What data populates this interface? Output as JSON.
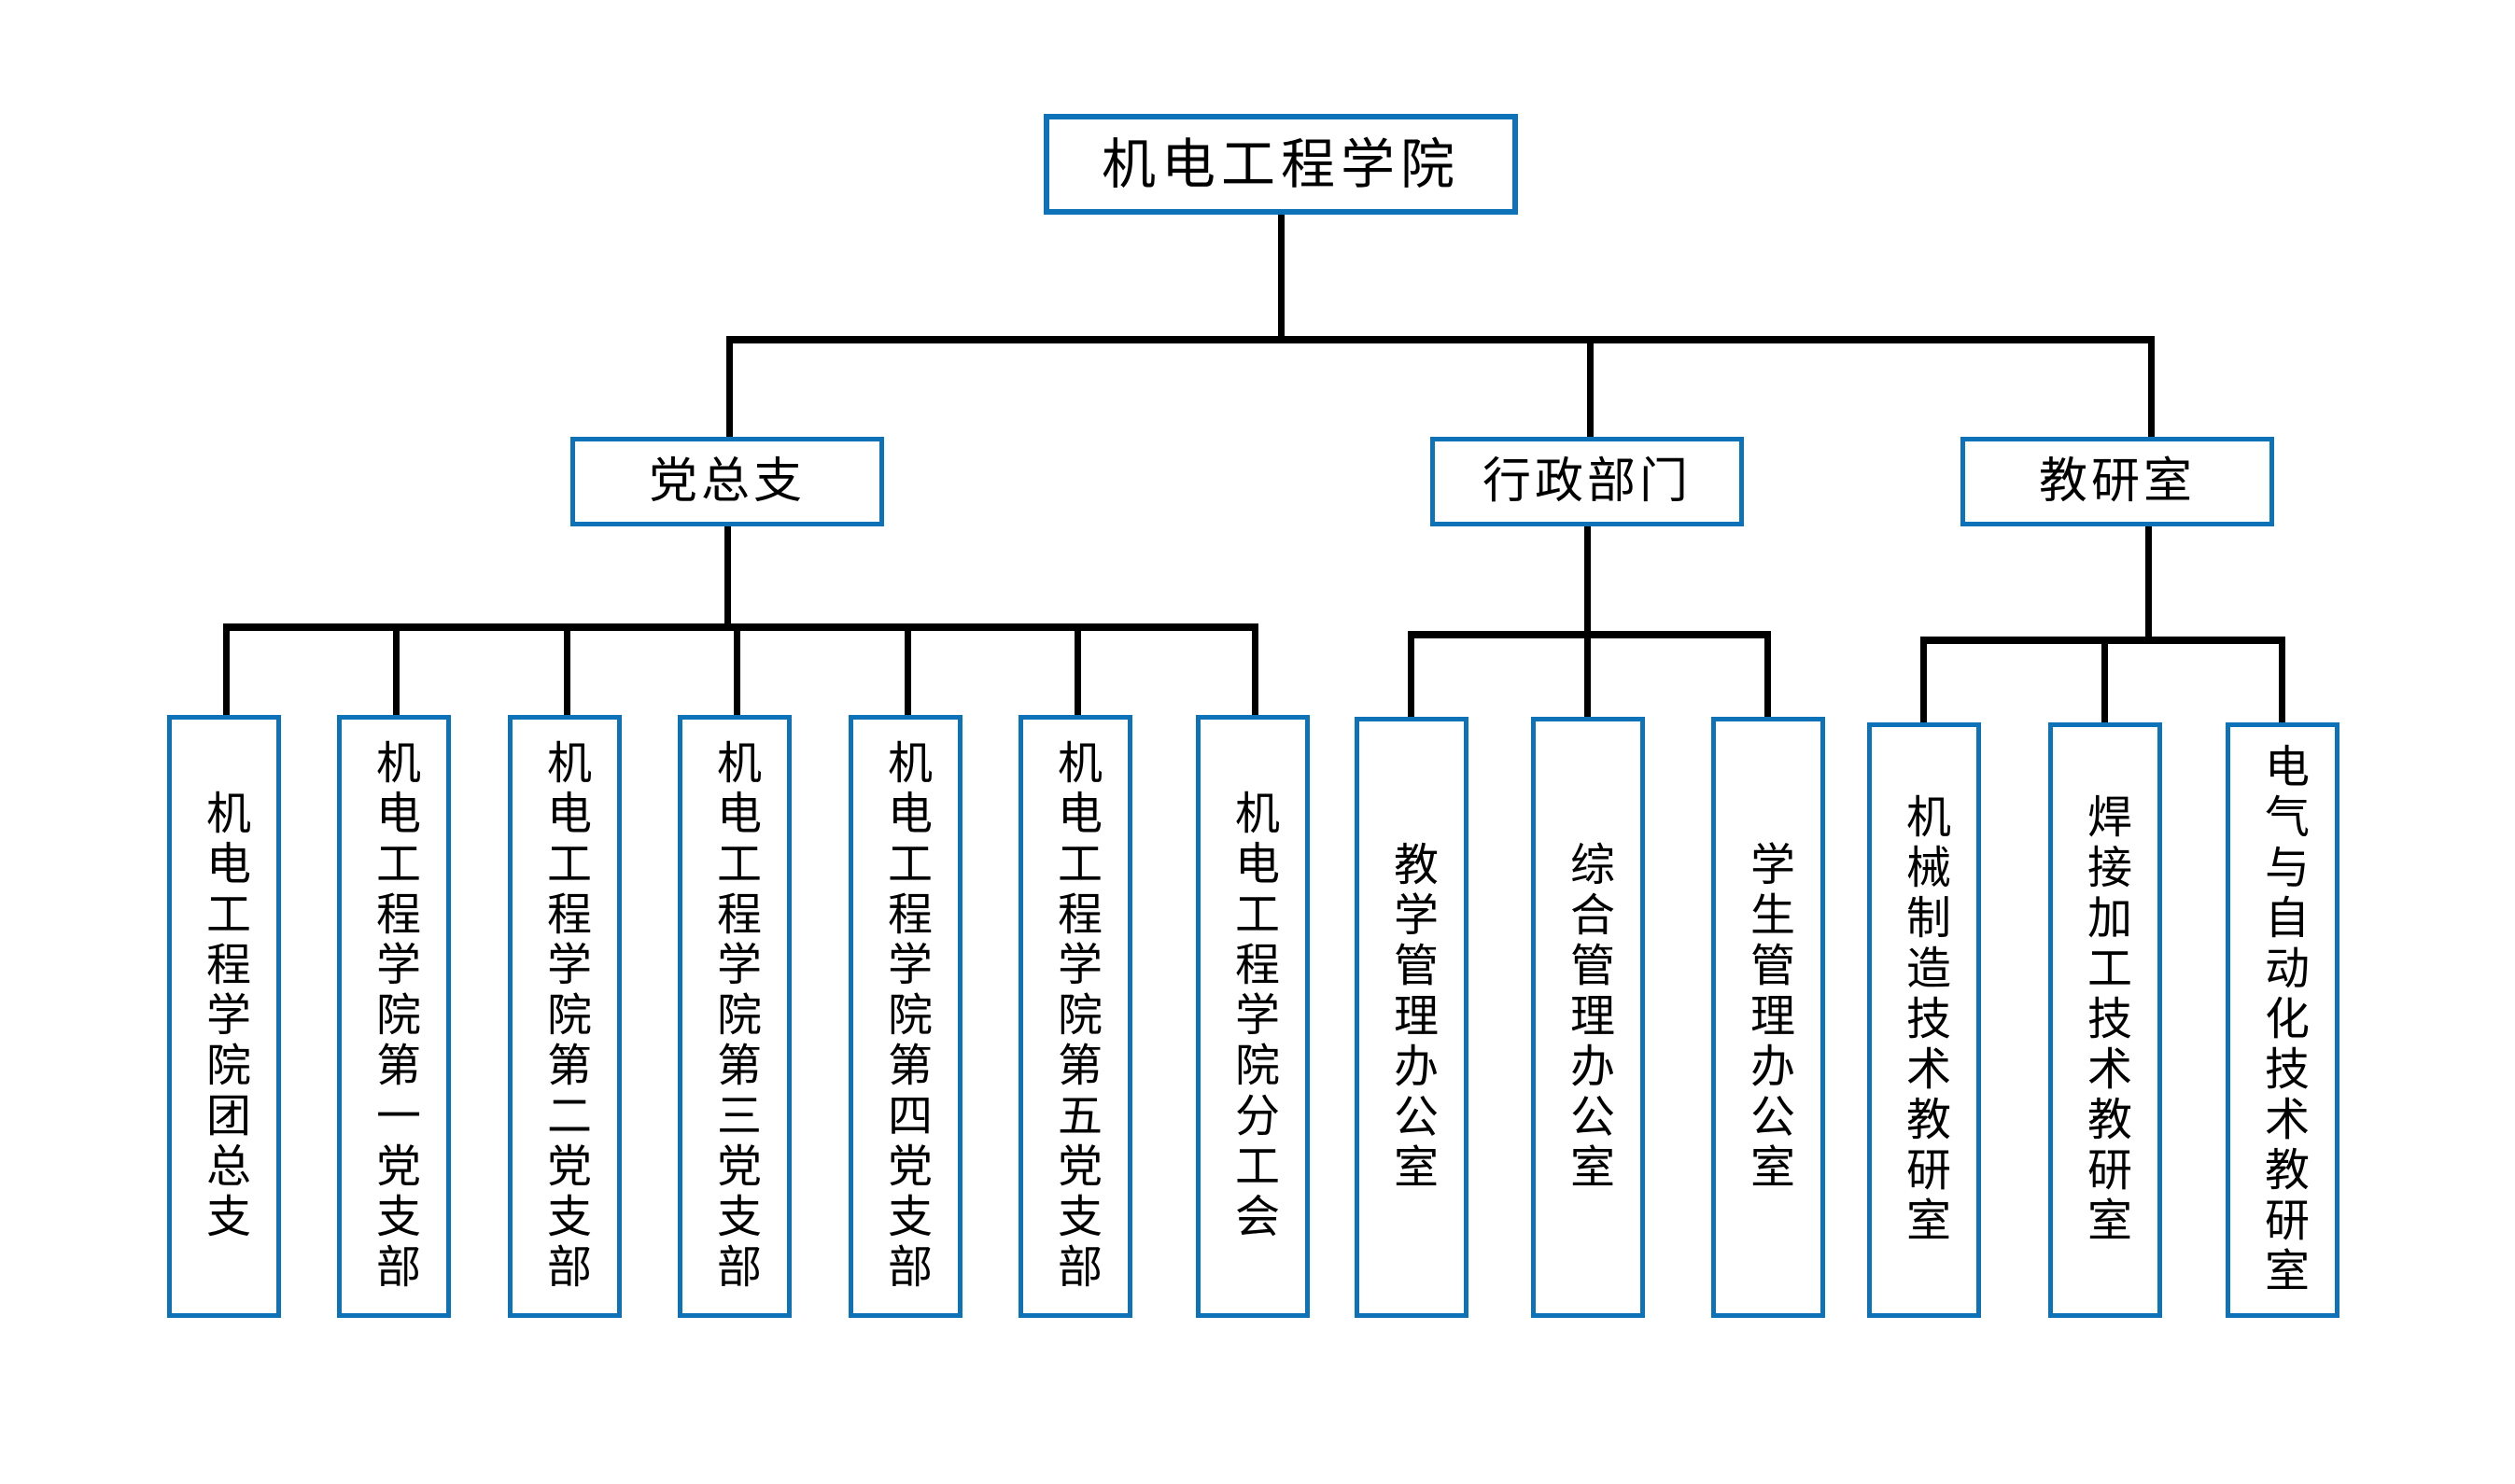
{
  "diagram": {
    "type": "organization-chart",
    "orientation": "top-down",
    "colors": {
      "node_border": "#0E72B8",
      "node_fill": "#FFFFFF",
      "connector": "#000000",
      "text": "#000000",
      "background": "#FFFFFF"
    },
    "root": {
      "label": "机电工程学院",
      "text_direction": "horizontal"
    },
    "branches": [
      {
        "label": "党总支",
        "text_direction": "horizontal",
        "children": [
          {
            "label": "机电工程学院团总支",
            "text_direction": "vertical"
          },
          {
            "label": "机电工程学院第一党支部",
            "text_direction": "vertical"
          },
          {
            "label": "机电工程学院第二党支部",
            "text_direction": "vertical"
          },
          {
            "label": "机电工程学院第三党支部",
            "text_direction": "vertical"
          },
          {
            "label": "机电工程学院第四党支部",
            "text_direction": "vertical"
          },
          {
            "label": "机电工程学院第五党支部",
            "text_direction": "vertical"
          },
          {
            "label": "机电工程学院分工会",
            "text_direction": "vertical"
          }
        ]
      },
      {
        "label": "行政部门",
        "text_direction": "horizontal",
        "children": [
          {
            "label": "教学管理办公室",
            "text_direction": "vertical"
          },
          {
            "label": "综合管理办公室",
            "text_direction": "vertical"
          },
          {
            "label": "学生管理办公室",
            "text_direction": "vertical"
          }
        ]
      },
      {
        "label": "教研室",
        "text_direction": "horizontal",
        "children": [
          {
            "label": "机械制造技术教研室",
            "text_direction": "vertical"
          },
          {
            "label": "焊接加工技术教研室",
            "text_direction": "vertical"
          },
          {
            "label": "电气与自动化技术教研室",
            "text_direction": "vertical"
          }
        ]
      }
    ]
  }
}
